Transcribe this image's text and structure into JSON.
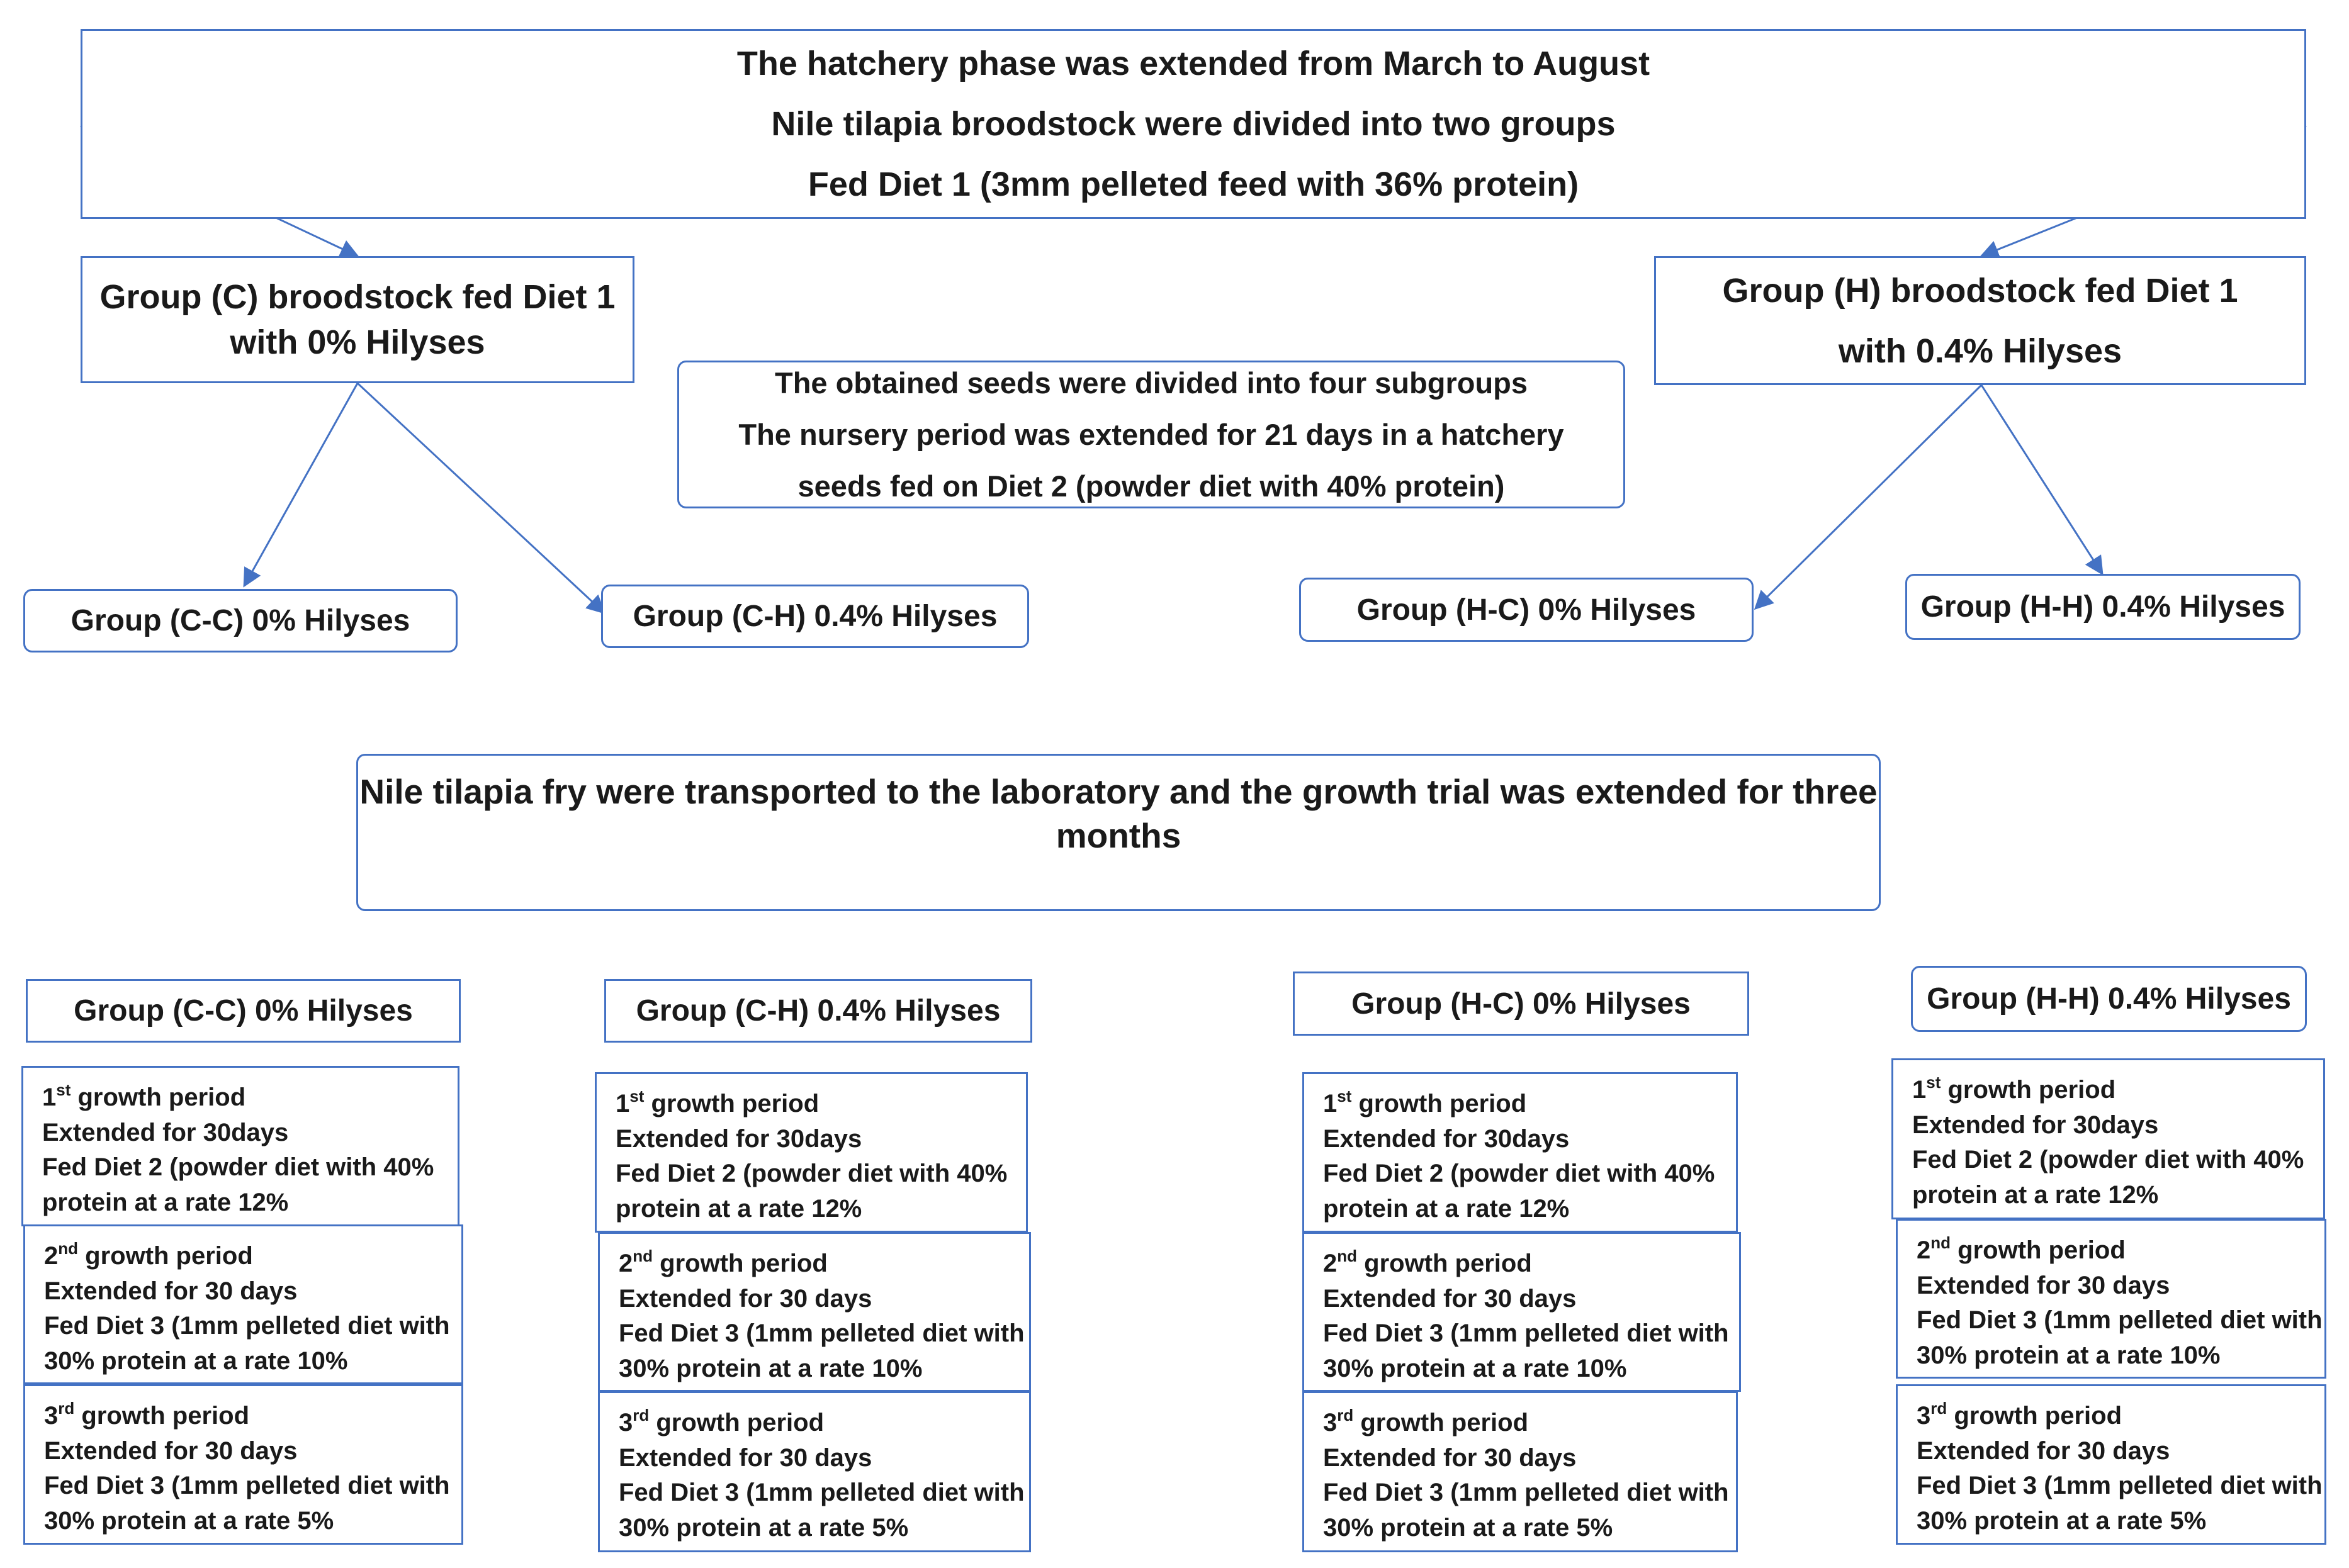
{
  "hatchery": {
    "lines": [
      "The hatchery phase was extended from March to August",
      "Nile tilapia broodstock were divided into two groups",
      "Fed Diet 1 (3mm pelleted feed with 36% protein)"
    ]
  },
  "group_c": {
    "lines": [
      "Group (C)  broodstock fed Diet 1",
      "with 0% Hilyses"
    ]
  },
  "group_h": {
    "lines": [
      "Group (H) broodstock fed Diet 1",
      "with 0.4% Hilyses"
    ]
  },
  "nursery": {
    "lines": [
      "The obtained seeds were divided into four subgroups",
      "The nursery period was extended for 21 days in a hatchery",
      "seeds fed on Diet 2 (powder diet with 40% protein)"
    ]
  },
  "subgroups": {
    "cc": "Group (C-C) 0% Hilyses",
    "ch": "Group (C-H) 0.4% Hilyses",
    "hc": "Group (H-C) 0% Hilyses",
    "hh": "Group (H-H) 0.4% Hilyses"
  },
  "lab": {
    "lines": [
      "Nile tilapia fry were transported to the laboratory and the growth trial was extended for three",
      "months"
    ]
  },
  "columns": [
    {
      "header": "Group (C-C) 0% Hilyses",
      "periods": [
        {
          "ordinal_num": "1",
          "ordinal_sup": "st",
          "title": "growth period",
          "duration": "Extended for 30days",
          "diet_line1": "Fed Diet 2 (powder diet with 40%",
          "diet_line2": "protein at a rate 12%"
        },
        {
          "ordinal_num": "2",
          "ordinal_sup": "nd",
          "title": " growth period",
          "duration": "Extended for 30 days",
          "diet_line1": "Fed Diet 3 (1mm pelleted diet with",
          "diet_line2": "30% protein at a rate 10%"
        },
        {
          "ordinal_num": "3",
          "ordinal_sup": "rd",
          "title": " growth period",
          "duration": "Extended for 30 days",
          "diet_line1": "Fed Diet 3 (1mm pelleted diet with",
          "diet_line2": "30% protein at a rate 5%"
        }
      ]
    },
    {
      "header": "Group (C-H) 0.4% Hilyses",
      "periods": [
        {
          "ordinal_num": "1",
          "ordinal_sup": "st",
          "title": "growth period",
          "duration": "Extended for 30days",
          "diet_line1": "Fed Diet 2 (powder diet with 40%",
          "diet_line2": "protein at a rate 12%"
        },
        {
          "ordinal_num": "2",
          "ordinal_sup": "nd",
          "title": " growth period",
          "duration": "Extended for 30 days",
          "diet_line1": "Fed Diet 3 (1mm pelleted diet with",
          "diet_line2": "30% protein at a rate 10%"
        },
        {
          "ordinal_num": "3",
          "ordinal_sup": "rd",
          "title": " growth period",
          "duration": "Extended for 30 days",
          "diet_line1": "Fed Diet 3 (1mm pelleted diet with",
          "diet_line2": "30% protein at a rate 5%"
        }
      ]
    },
    {
      "header": "Group (H-C) 0% Hilyses",
      "periods": [
        {
          "ordinal_num": "1",
          "ordinal_sup": "st",
          "title": "growth period",
          "duration": "Extended for 30days",
          "diet_line1": "Fed Diet 2 (powder diet with 40%",
          "diet_line2": "protein at a rate 12%"
        },
        {
          "ordinal_num": "2",
          "ordinal_sup": "nd",
          "title": " growth period",
          "duration": "Extended for 30 days",
          "diet_line1": "Fed Diet 3 (1mm pelleted diet with",
          "diet_line2": "30% protein at a rate 10%"
        },
        {
          "ordinal_num": "3",
          "ordinal_sup": "rd",
          "title": " growth period",
          "duration": "Extended for 30 days",
          "diet_line1": "Fed Diet 3 (1mm pelleted diet with",
          "diet_line2": "30% protein at a rate 5%"
        }
      ]
    },
    {
      "header": "Group (H-H) 0.4% Hilyses",
      "periods": [
        {
          "ordinal_num": "1",
          "ordinal_sup": "st",
          "title": "growth period",
          "duration": "Extended for 30days",
          "diet_line1": "Fed Diet 2 (powder diet with 40%",
          "diet_line2": "protein at a rate 12%"
        },
        {
          "ordinal_num": "2",
          "ordinal_sup": "nd",
          "title": " growth period",
          "duration": "Extended for 30 days",
          "diet_line1": "Fed Diet 3 (1mm pelleted diet with",
          "diet_line2": "30% protein at a rate 10%"
        },
        {
          "ordinal_num": "3",
          "ordinal_sup": "rd",
          "title": " growth period",
          "duration": "Extended for 30 days",
          "diet_line1": "Fed Diet 3 (1mm pelleted diet with",
          "diet_line2": "30% protein at a rate 5%"
        }
      ]
    }
  ],
  "colors": {
    "border": "#4472c4",
    "text": "#1a1a1a",
    "background": "#ffffff"
  }
}
